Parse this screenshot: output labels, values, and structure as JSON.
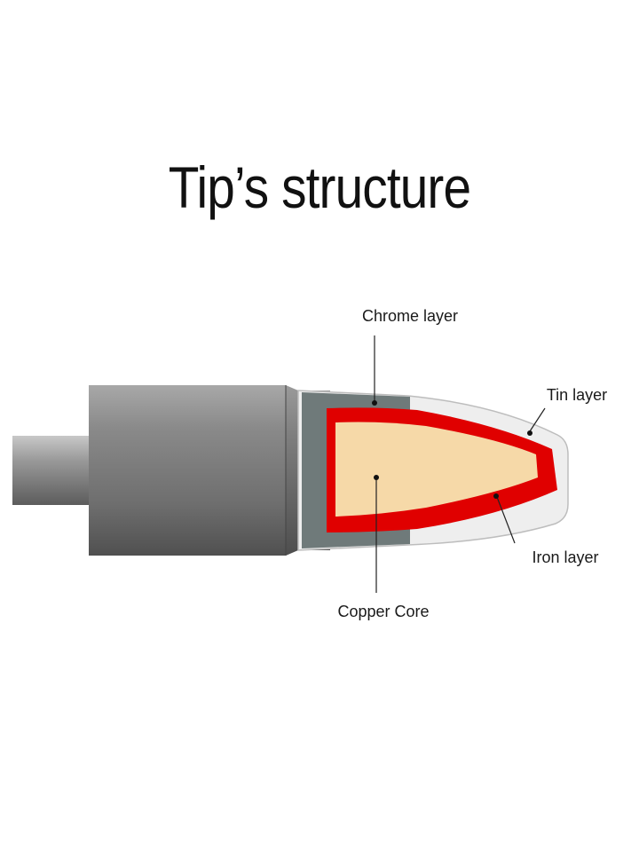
{
  "title": "Tip’s structure",
  "labels": {
    "chrome": "Chrome layer",
    "tin": "Tin layer",
    "iron": "Iron layer",
    "copper": "Copper Core"
  },
  "colors": {
    "chrome": "#6f7a7a",
    "tin": "#eeeeee",
    "iron": "#e00000",
    "copper": "#f6d9a8",
    "barrel": "#7a7a7a",
    "shaft": "#8a8a8a"
  }
}
